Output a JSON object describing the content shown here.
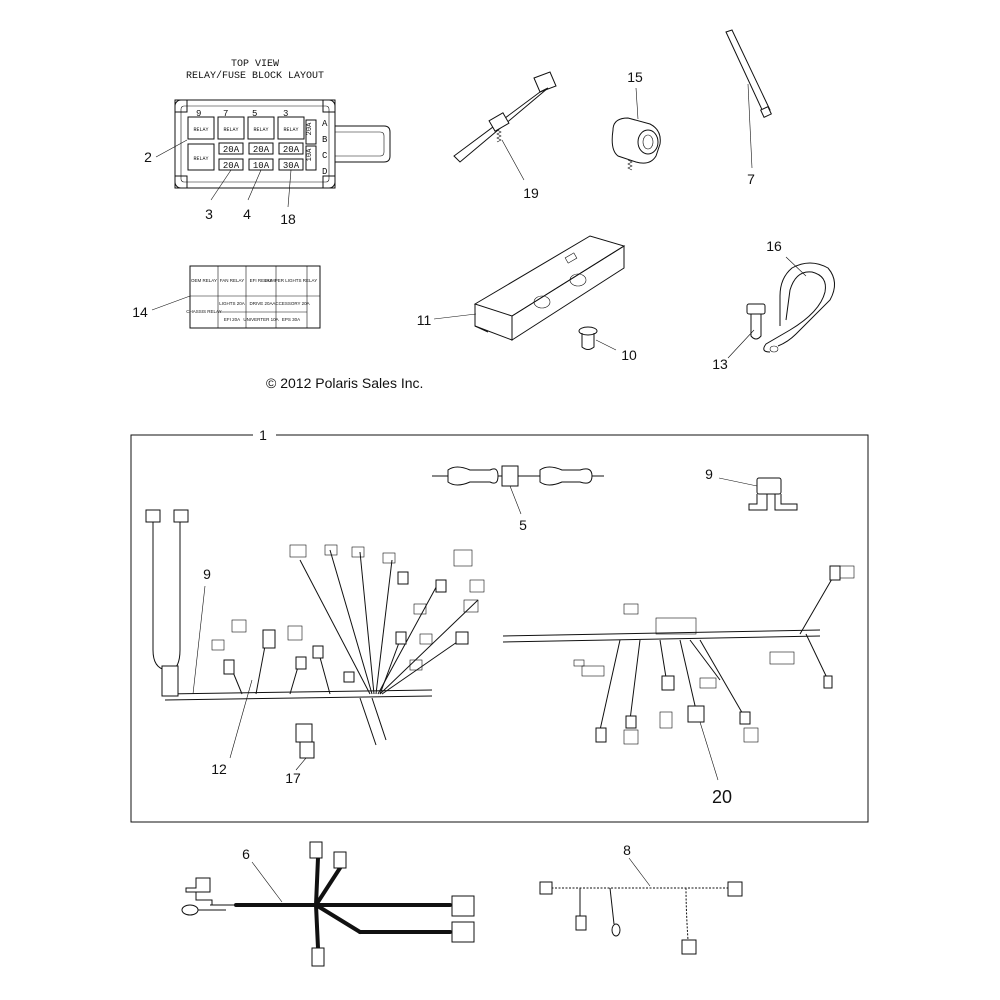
{
  "relay_block": {
    "title_line1": "TOP VIEW",
    "title_line2": "RELAY/FUSE BLOCK LAYOUT",
    "relay_label": "RELAY",
    "fuses_row1": [
      "20A",
      "20A",
      "20A"
    ],
    "fuses_row2": [
      "20A",
      "10A",
      "30A"
    ],
    "side_fuses": [
      "20A",
      "10A"
    ],
    "top_numbers": [
      "9",
      "7",
      "5",
      "3"
    ],
    "row_letters": [
      "A",
      "B",
      "C",
      "D"
    ]
  },
  "label_table": {
    "headers": [
      "OEM RELAY",
      "FAN RELAY",
      "EFI RELAY",
      "BUMPER LIGHTS RELAY"
    ],
    "row2": [
      "CHASSIS RELAY",
      "LIGHTS 20A",
      "DRIVE 20A",
      "ACCESSORY 20A"
    ],
    "row3": [
      "",
      "EFI 20A",
      "UNIVERTER 10A",
      "EPS 30A"
    ]
  },
  "copyright": "© 2012 Polaris Sales Inc.",
  "callouts": {
    "c1": "1",
    "c2": "2",
    "c3": "3",
    "c4": "4",
    "c5": "5",
    "c6": "6",
    "c7": "7",
    "c8": "8",
    "c9a": "9",
    "c9b": "9",
    "c10": "10",
    "c11": "11",
    "c12": "12",
    "c13": "13",
    "c14": "14",
    "c15": "15",
    "c16": "16",
    "c17": "17",
    "c18": "18",
    "c19": "19",
    "c20": "20"
  }
}
